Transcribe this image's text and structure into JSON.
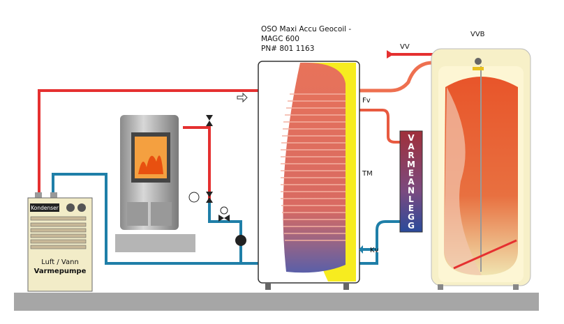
{
  "tank": {
    "title_line1": "OSO Maxi Accu Geocoil -",
    "title_line2": "MAGC 600",
    "title_line3": "PN# 801 1163",
    "fv_label": "Fv",
    "tm_label": "TM",
    "kv_label": "Kv"
  },
  "water_heater": {
    "title": "VVB",
    "vv_label": "VV"
  },
  "heating_panel": {
    "letters": [
      "V",
      "A",
      "R",
      "M",
      "E",
      "A",
      "N",
      "L",
      "E",
      "G",
      "G"
    ]
  },
  "heat_pump": {
    "condenser_label": "Kondenser",
    "line1": "Luft / Vann",
    "line2": "Varmepumpe"
  },
  "colors": {
    "hot_pipe": "#e53030",
    "cold_pipe": "#1f7fa8",
    "tank_fill": "#f7ec1f",
    "coil": "#e8735a",
    "ground": "#a6a6a6"
  }
}
